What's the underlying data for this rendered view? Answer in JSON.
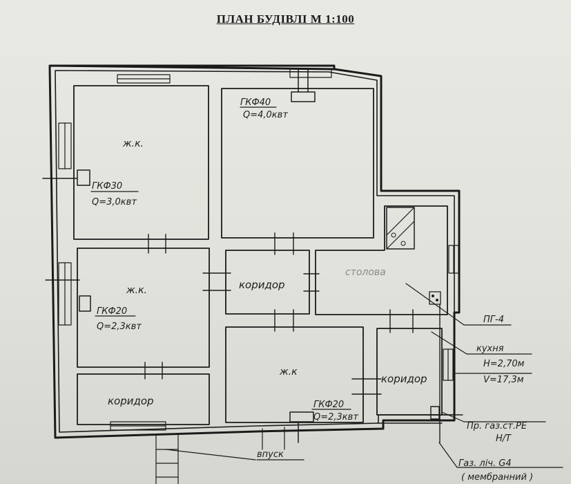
{
  "title": "ПЛАН БУДІВЛІ  М 1:100",
  "rooms": {
    "living_top_left": "ж.к.",
    "living_mid_left": "ж.к.",
    "living_bottom_mid": "ж.к",
    "corridor_center": "коридор",
    "corridor_bottom_left": "коридор",
    "corridor_right": "коридор",
    "dining": "столова"
  },
  "heaters": {
    "gkf40": {
      "name": "ГКФ40",
      "power": "Q=4,0квт"
    },
    "gkf30": {
      "name": "ГКФ30",
      "power": "Q=3,0квт"
    },
    "gkf20_left": {
      "name": "ГКФ20",
      "power": "Q=2,3квт"
    },
    "gkf20_bottom": {
      "name": "ГКФ20",
      "power": "Q=2,3квт"
    }
  },
  "callouts": {
    "pg4": "ПГ-4",
    "kitchen_title": "кухня",
    "kitchen_h": "Н=2,70м",
    "kitchen_v": "V=17,3м",
    "gas_pipe_1": "Пр. газ.ст.PE",
    "gas_pipe_2": "Н/Т",
    "meter_1": "Газ. ліч. G4",
    "meter_2": "( мембранний )",
    "entrance": "впуск"
  }
}
